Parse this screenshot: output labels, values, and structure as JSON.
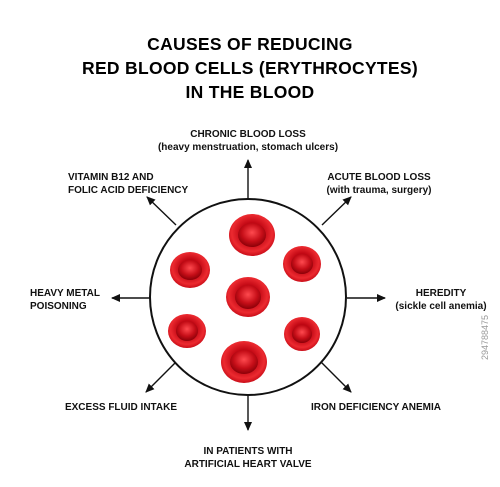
{
  "title": {
    "line1": "CAUSES OF REDUCING",
    "line2": "RED BLOOD CELLS (ERYTHROCYTES)",
    "line3": "IN THE BLOOD"
  },
  "causes": {
    "top": {
      "main": "CHRONIC BLOOD LOSS",
      "sub": "(heavy menstruation, stomach ulcers)"
    },
    "top_right": {
      "main": "ACUTE BLOOD LOSS",
      "sub": "(with trauma, surgery)"
    },
    "right": {
      "main": "HEREDITY",
      "sub": "(sickle cell anemia)"
    },
    "bottom_right": {
      "main": "IRON DEFICIENCY ANEMIA"
    },
    "bottom": {
      "main": "IN PATIENTS WITH",
      "sub": "ARTIFICIAL HEART VALVE"
    },
    "bottom_left": {
      "main": "EXCESS FLUID INTAKE"
    },
    "left": {
      "main": "HEAVY METAL",
      "sub": "POISONING"
    },
    "top_left": {
      "main": "VITAMIN B12 AND",
      "sub": "FOLIC ACID DEFICIENCY"
    }
  },
  "colors": {
    "cell_outer": "#d2141e",
    "cell_inner": "#a5000c",
    "arrow": "#111111"
  },
  "stock_id": "294788475"
}
